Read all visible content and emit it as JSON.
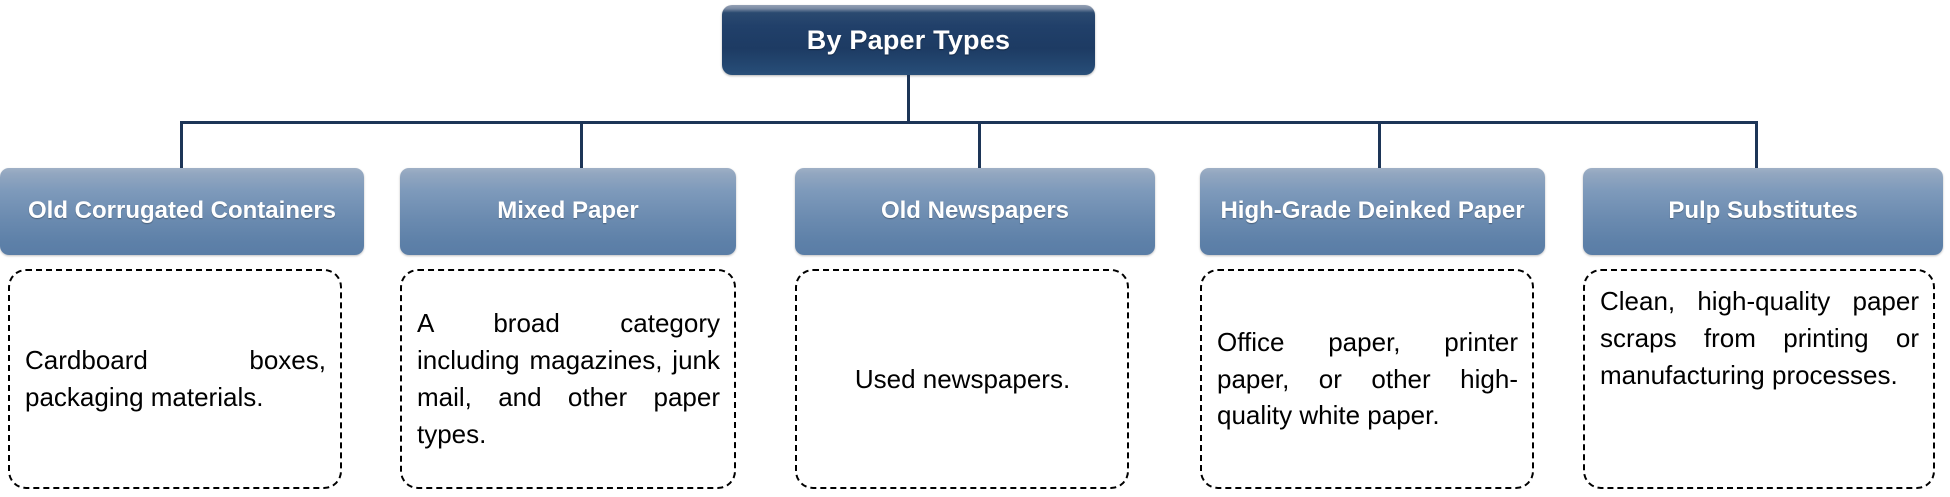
{
  "diagram": {
    "type": "hierarchy-tree",
    "orientation": "top-down",
    "root": {
      "label": "By Paper Types"
    },
    "colors": {
      "root_gradient_top": "#7b8ba4",
      "root_gradient_bottom": "#1d3b63",
      "category_gradient_top": "#9fb0c6",
      "category_gradient_bottom": "#5a7da6",
      "connector_line": "#1d3557",
      "description_border": "#000000",
      "label_text": "#ffffff",
      "body_text": "#000000",
      "background": "#ffffff"
    },
    "branches": [
      {
        "id": "old-corrugated-containers",
        "label": "Old Corrugated Containers",
        "description": "Cardboard boxes, packaging materials.",
        "align": "center"
      },
      {
        "id": "mixed-paper",
        "label": "Mixed Paper",
        "description": "A broad category including magazines, junk mail, and other paper types.",
        "align": "center"
      },
      {
        "id": "old-newspapers",
        "label": "Old Newspapers",
        "description": "Used newspapers.",
        "align": "center"
      },
      {
        "id": "high-grade-deinked-paper",
        "label": "High-Grade Deinked Paper",
        "description": "Office paper, printer paper, or other high-quality white paper.",
        "align": "center"
      },
      {
        "id": "pulp-substitutes",
        "label": "Pulp Substitutes",
        "description": "Clean, high-quality paper scraps from printing or manufacturing processes.",
        "align": "top"
      }
    ]
  }
}
